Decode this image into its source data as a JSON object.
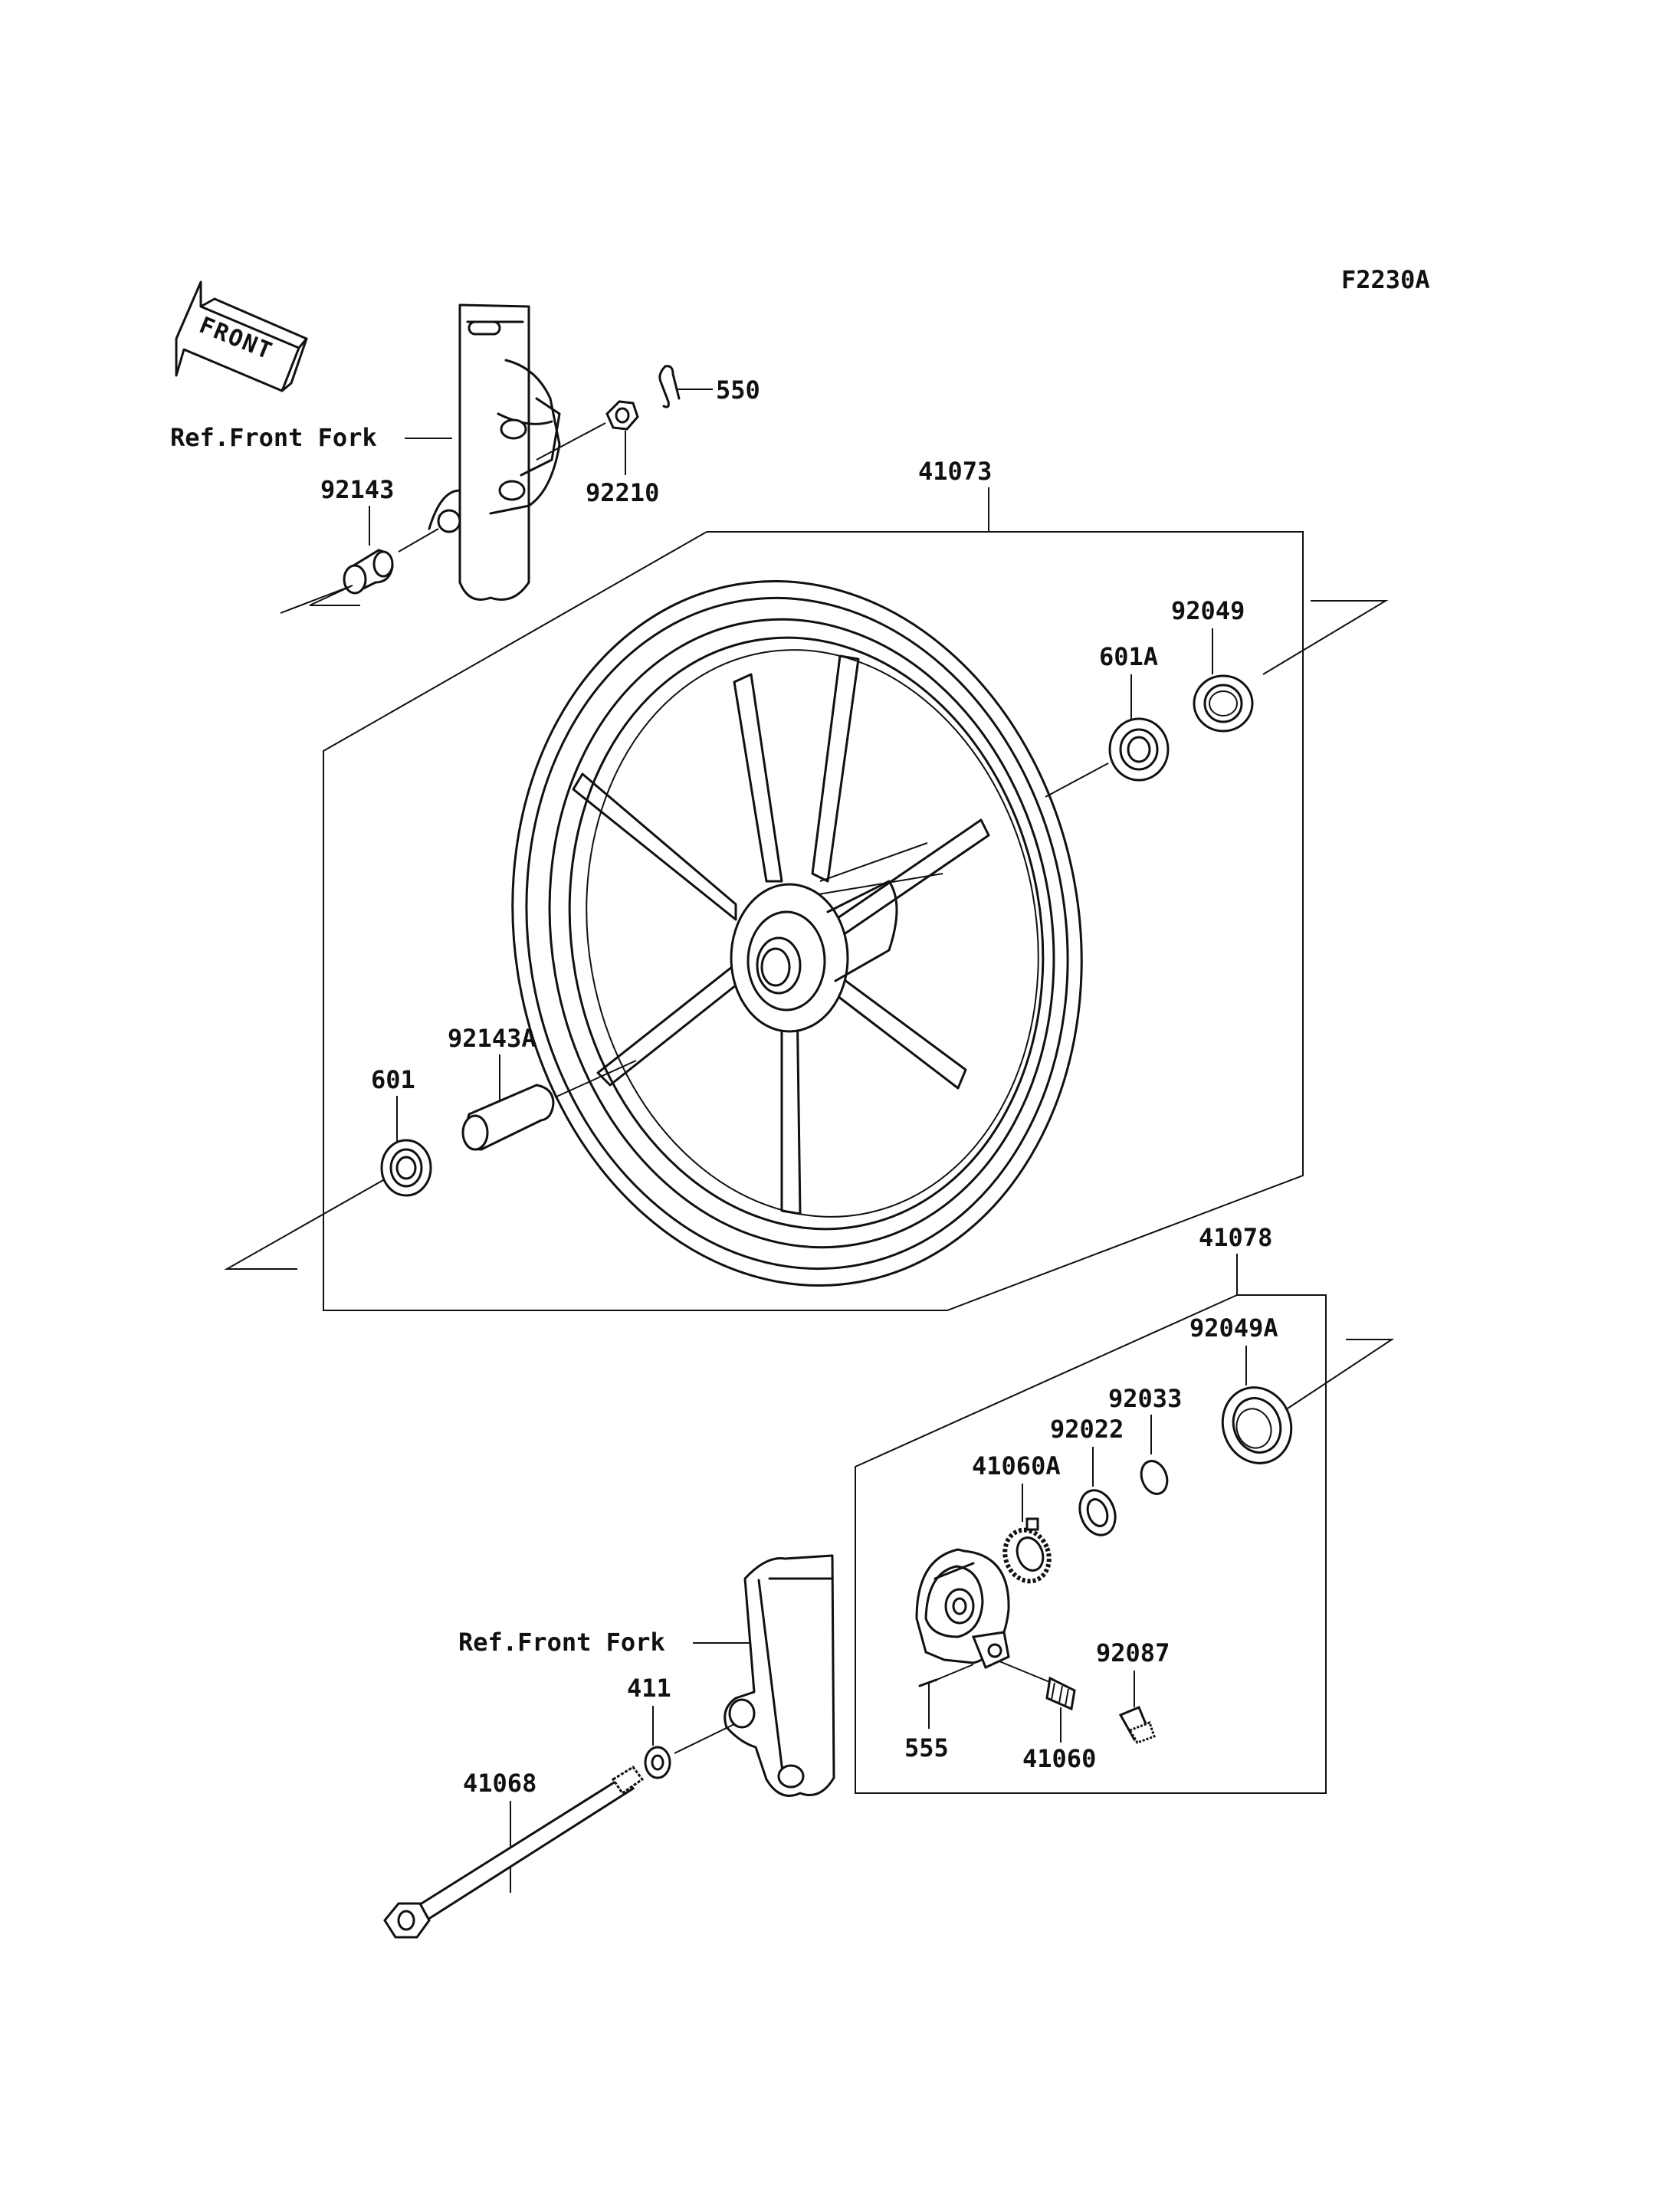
{
  "diagram_code": "F2230A",
  "front_arrow": {
    "label": "FRONT"
  },
  "references": {
    "front_fork_top": "Ref.Front Fork",
    "front_fork_bottom": "Ref.Front Fork"
  },
  "parts": [
    {
      "id": "p550",
      "number": "550"
    },
    {
      "id": "p92143",
      "number": "92143"
    },
    {
      "id": "p92210",
      "number": "92210"
    },
    {
      "id": "p41073",
      "number": "41073"
    },
    {
      "id": "p92049",
      "number": "92049"
    },
    {
      "id": "p601A",
      "number": "601A"
    },
    {
      "id": "p92143A",
      "number": "92143A"
    },
    {
      "id": "p601",
      "number": "601"
    },
    {
      "id": "p41078",
      "number": "41078"
    },
    {
      "id": "p92049A",
      "number": "92049A"
    },
    {
      "id": "p92033",
      "number": "92033"
    },
    {
      "id": "p92022",
      "number": "92022"
    },
    {
      "id": "p41060A",
      "number": "41060A"
    },
    {
      "id": "p92087",
      "number": "92087"
    },
    {
      "id": "p555",
      "number": "555"
    },
    {
      "id": "p41060",
      "number": "41060"
    },
    {
      "id": "p411",
      "number": "411"
    },
    {
      "id": "p41068",
      "number": "41068"
    }
  ]
}
